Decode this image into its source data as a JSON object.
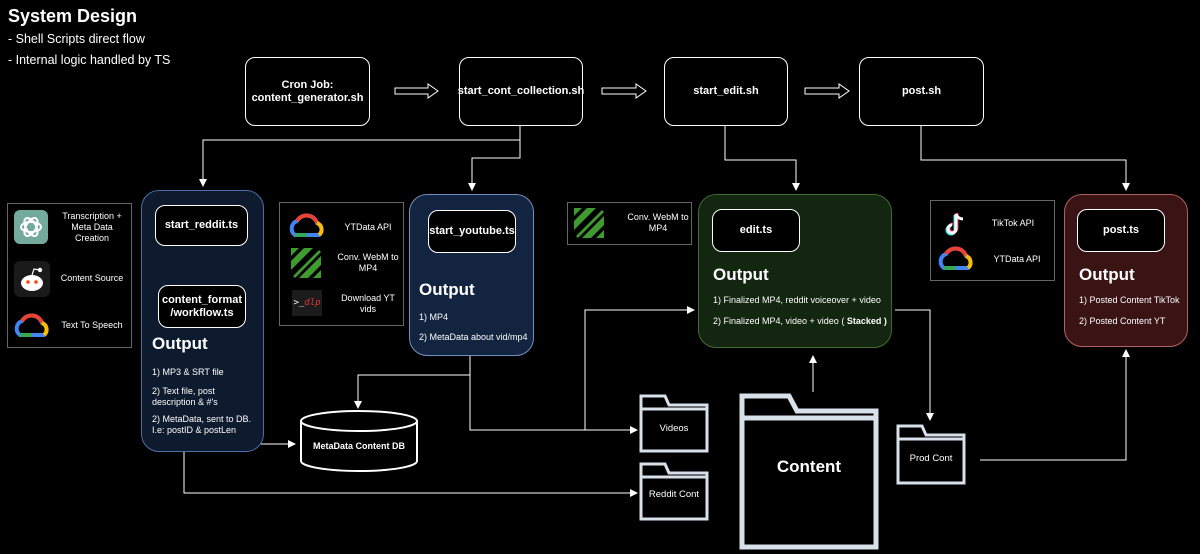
{
  "header": {
    "title": "System Design",
    "line1": "- Shell Scripts direct flow",
    "line2": "- Internal logic handled by TS"
  },
  "scripts": {
    "cron_line1": "Cron Job:",
    "cron_line2": "content_generator.sh",
    "collection": "start_cont_collection.sh",
    "edit": "start_edit.sh",
    "post": "post.sh"
  },
  "reddit": {
    "node": "start_reddit.ts",
    "workflow_line1": "content_format",
    "workflow_line2": "/workflow.ts",
    "output_title": "Output",
    "out1": "1) MP3 & SRT file",
    "out2a": "2) Text file, post",
    "out2b": "description & #'s",
    "out3a": "2) MetaData, sent to DB.",
    "out3b": "I.e: postID & postLen"
  },
  "youtube": {
    "node": "start_youtube.ts",
    "output_title": "Output",
    "out1": "1) MP4",
    "out2": "2) MetaData about vid/mp4"
  },
  "edit": {
    "node": "edit.ts",
    "output_title": "Output",
    "out1": "1) Finalized MP4, reddit voiceover + video",
    "out2a": "2) Finalized MP4, video + video (",
    "out2b": "Stacked",
    "out2c": ")"
  },
  "post": {
    "node": "post.ts",
    "output_title": "Output",
    "out1": "1) Posted Content TikTok",
    "out2": "2) Posted Content YT"
  },
  "legend_left": {
    "item1_line1": "Transcription +",
    "item1_line2": "Meta Data",
    "item1_line3": "Creation",
    "item2": "Content Source",
    "item3": "Text To Speech"
  },
  "legend_youtube": {
    "item1": "YTData API",
    "item2_line1": "Conv. WebM to",
    "item2_line2": "MP4",
    "item3_line1": "Download YT",
    "item3_line2": "vids",
    "ytdlp_glyph": "dlp"
  },
  "legend_edit": {
    "item1_line1": "Conv. WebM to",
    "item1_line2": "MP4"
  },
  "legend_post": {
    "item1": "TikTok API",
    "item2": "YTData API"
  },
  "storage": {
    "db": "MetaData Content DB",
    "videos": "Videos",
    "reddit_cont": "Reddit Cont",
    "content": "Content",
    "prod_cont": "Prod Cont"
  },
  "colors": {
    "reddit_panel": "#0e1a2e",
    "reddit_border": "#4a6fa5",
    "youtube_panel": "#122440",
    "youtube_border": "#6f8fc0",
    "edit_panel": "#13260f",
    "edit_border": "#3f6a33",
    "post_panel": "#3a1414",
    "post_border": "#b36060",
    "line": "#ffffff",
    "folder": "#d8e0ea"
  }
}
